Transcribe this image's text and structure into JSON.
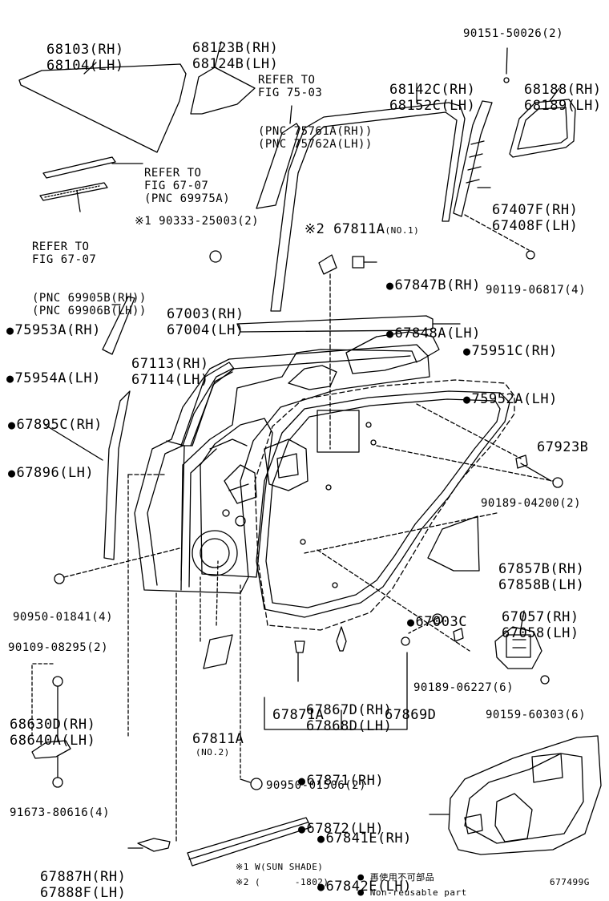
{
  "colors": {
    "ink": "#000000",
    "paper": "#ffffff"
  },
  "labels": {
    "p68103": [
      "68103(RH)",
      "68104(LH)"
    ],
    "p68123": [
      "68123B(RH)",
      "68124B(LH)"
    ],
    "ref7503": [
      "REFER TO",
      "FIG 75-03",
      "(PNC 75761A(RH))",
      "(PNC 75762A(LH))"
    ],
    "p68142": [
      "68142C(RH)",
      "68152C(LH)"
    ],
    "p90151": "90151-50026(2)",
    "p68188": [
      "68188(RH)",
      "68189(LH)"
    ],
    "ref6707a": [
      "REFER TO",
      "FIG 67-07",
      "(PNC 69975A)"
    ],
    "ref6707b": [
      "REFER TO",
      "FIG 67-07",
      "(PNC 69905B(RH))",
      "(PNC 69906B(LH))"
    ],
    "p90333": "※1 90333-25003(2)",
    "p67811a_top": "※2 67811A",
    "p67811a_top_note": "(NO.1)",
    "p67407": [
      "67407F(RH)",
      "67408F(LH)"
    ],
    "p67847": [
      "67847B(RH)",
      "67848A(LH)"
    ],
    "p90119": "90119-06817(4)",
    "p67003": [
      "67003(RH)",
      "67004(LH)"
    ],
    "p75953": [
      "75953A(RH)",
      "75954A(LH)"
    ],
    "p67113": [
      "67113(RH)",
      "67114(LH)"
    ],
    "p75951": [
      "75951C(RH)",
      "75952A(LH)"
    ],
    "p67895": [
      "67895C(RH)",
      "67896(LH)"
    ],
    "p67923": "67923B",
    "p90189a": "90189-04200(2)",
    "p67857": [
      "67857B(RH)",
      "67858B(LH)"
    ],
    "p67003c": "67003C",
    "p67057": [
      "67057(RH)",
      "67058(LH)"
    ],
    "p90950a": "90950-01841(4)",
    "p90109": "90109-08295(2)",
    "p68630": [
      "68630D(RH)",
      "68640A(LH)"
    ],
    "p67867": [
      "67867D(RH)",
      "67868D(LH)"
    ],
    "p90189b": "90189-06227(6)",
    "p90159": "90159-60303(6)",
    "p67811a_bot": "67811A",
    "p67811a_bot_note": "(NO.2)",
    "p67871a": "67871A",
    "p67869d": "67869D",
    "p67871": [
      "67871(RH)",
      "67872(LH)"
    ],
    "p91673": "91673-80616(4)",
    "p90950b": "90950-01506(2)",
    "p67841": [
      "67841E(RH)",
      "67842E(LH)"
    ],
    "p67887": [
      "67887H(RH)",
      "67888F(LH)"
    ],
    "note1": "※1 W(SUN SHADE)",
    "note1_jp": "再使用不可部品",
    "note2": "※2 (      -1802)",
    "note2_en": "Non-reusable part",
    "figcode": "677499G"
  }
}
